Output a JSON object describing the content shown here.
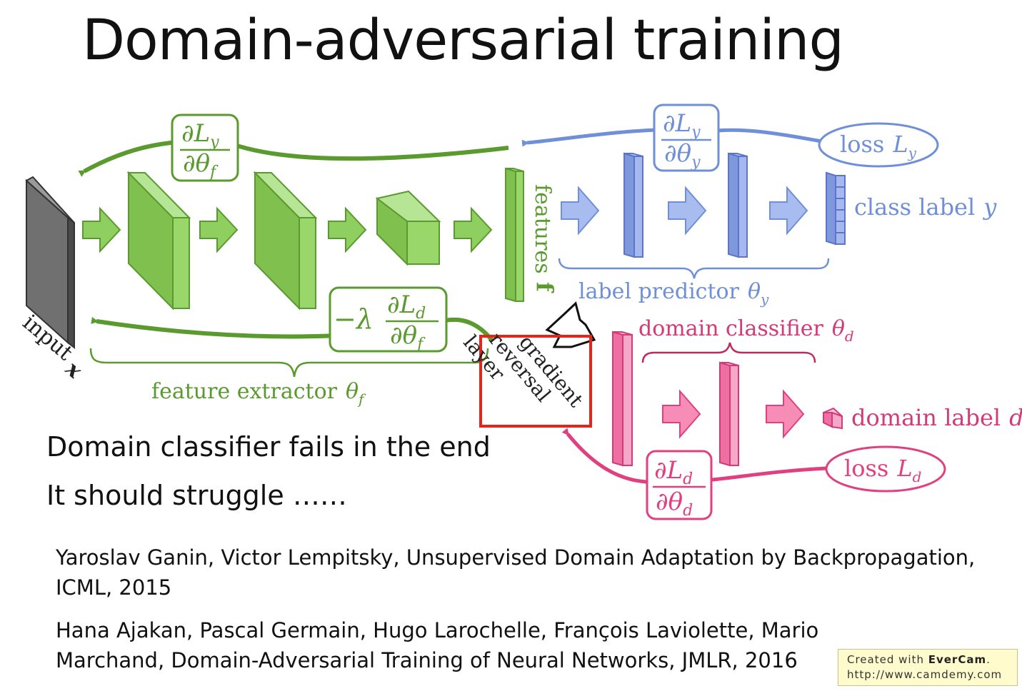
{
  "title": "Domain-adversarial training",
  "diagram": {
    "input_label": "input",
    "input_var": "x",
    "features_label": "features",
    "features_var": "f",
    "label_predictor": "label predictor",
    "label_predictor_param": "y",
    "class_label": "class label",
    "class_label_var": "y",
    "loss_y": "loss",
    "loss_y_sub": "y",
    "domain_classifier": "domain classifier",
    "domain_classifier_param": "d",
    "domain_label": "domain label",
    "domain_label_var": "d",
    "loss_d": "loss",
    "loss_d_sub": "d",
    "feature_extractor": "feature extractor",
    "feature_extractor_param": "f",
    "grl_line1": "gradient",
    "grl_line2": "reversal",
    "grl_line3": "layer",
    "grad_f_num": "∂L",
    "grad_f_num_sub": "y",
    "grad_f_den": "∂θ",
    "grad_f_den_sub": "f",
    "grad_y_num": "∂L",
    "grad_y_num_sub": "y",
    "grad_y_den": "∂θ",
    "grad_y_den_sub": "y",
    "grad_rev_prefix": "−λ",
    "grad_rev_num": "∂L",
    "grad_rev_num_sub": "d",
    "grad_rev_den": "∂θ",
    "grad_rev_den_sub": "f",
    "grad_d_num": "∂L",
    "grad_d_num_sub": "d",
    "grad_d_den": "∂θ",
    "grad_d_den_sub": "d",
    "colors": {
      "green": "#5a9a2e",
      "green_fill": "#8fcf5f",
      "blue": "#6f8fd8",
      "blue_fill": "#8fa6e6",
      "pink": "#e0407f",
      "pink_fill": "#f48bb5",
      "red_box": "#e8231a"
    }
  },
  "notes": {
    "line1": "Domain classifier fails in the end",
    "line2": "It should struggle ……"
  },
  "references": [
    "Yaroslav Ganin, Victor Lempitsky, Unsupervised Domain Adaptation by Backpropagation, ICML, 2015",
    "Hana Ajakan, Pascal Germain, Hugo Larochelle, François Laviolette, Mario Marchand, Domain-Adversarial Training of Neural Networks, JMLR, 2016"
  ],
  "watermark": {
    "prefix": "Created with ",
    "brand": "EverCam",
    "suffix": ".",
    "url": "http://www.camdemy.com"
  }
}
